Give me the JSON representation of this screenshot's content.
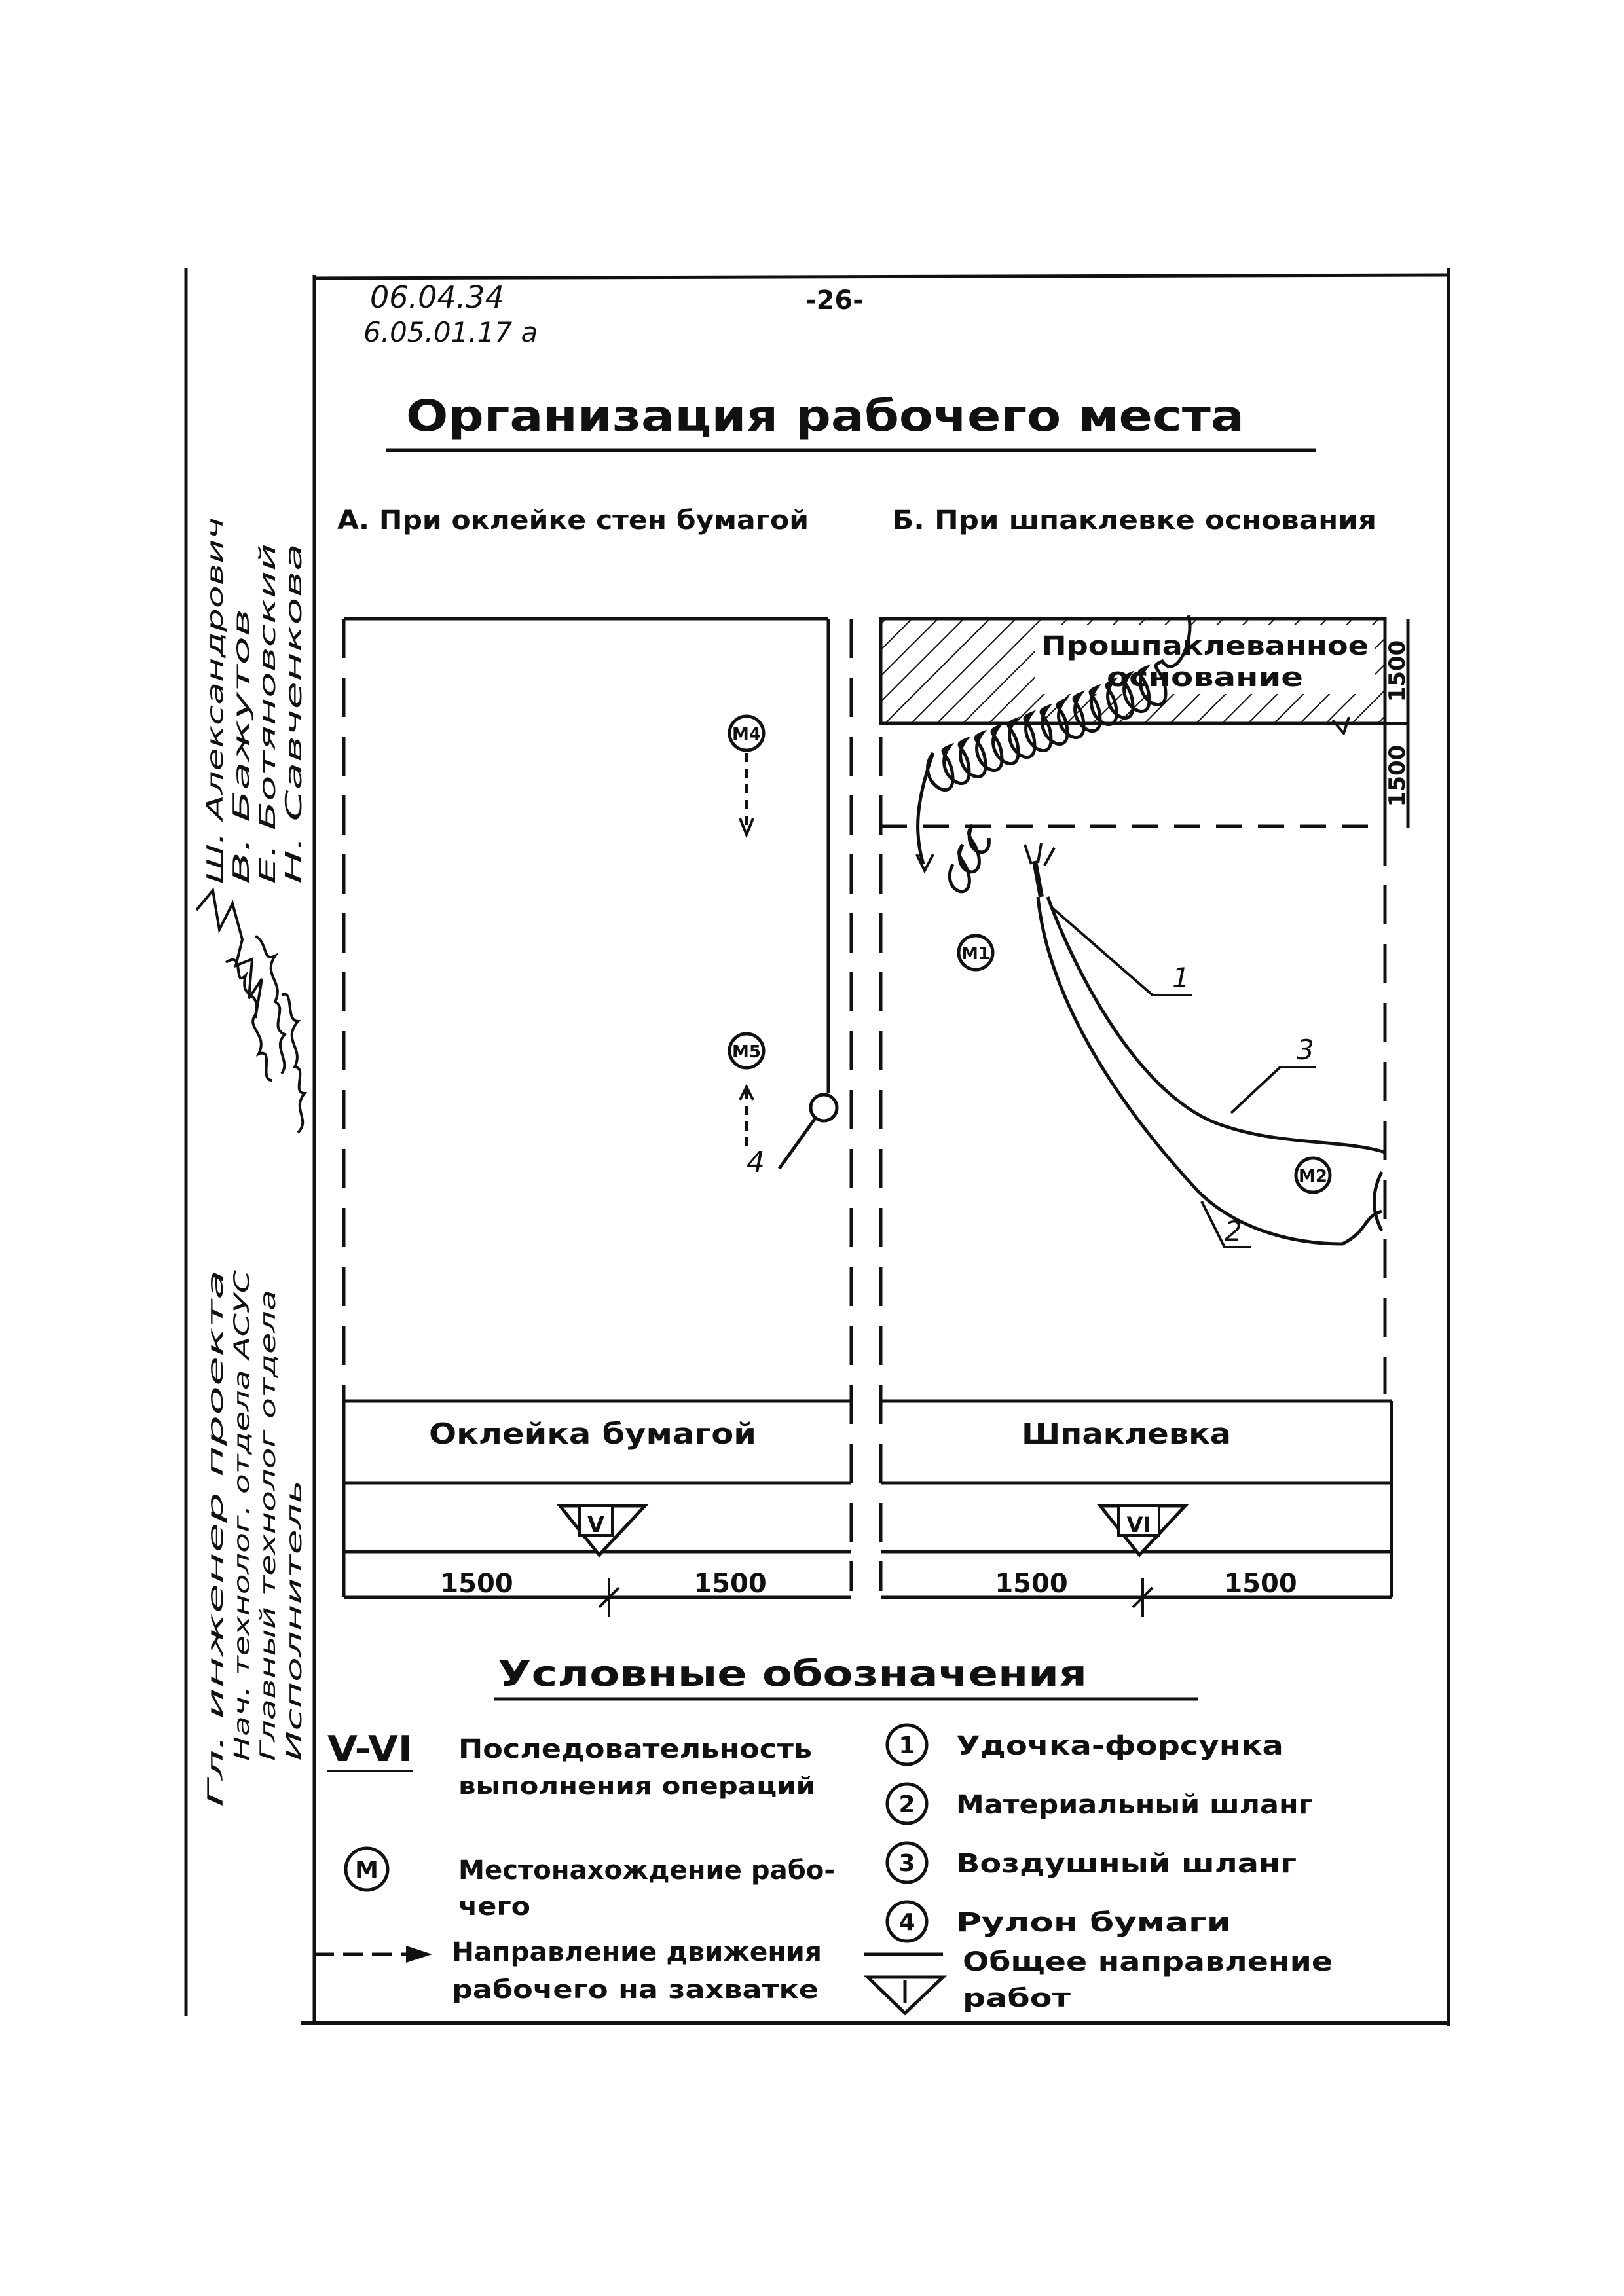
{
  "header": {
    "code_line1": "06.04.34",
    "code_line2": "6.05.01.17 a",
    "page_number": "-26-",
    "title": "Организация рабочего места"
  },
  "panels": {
    "a": {
      "caption": "А. При оклейке стен бумагой",
      "strip_label": "Оклейка бумагой",
      "operation": "V",
      "dim_left": "1500",
      "dim_right": "1500",
      "worker_1": "М4",
      "worker_2": "М5",
      "callout_4": "4"
    },
    "b": {
      "caption": "Б. При шпаклевке основания",
      "zone_label_1": "Прошпаклеванное",
      "zone_label_2": "основание",
      "side_dim_1": "1500",
      "side_dim_2": "1500",
      "strip_label": "Шпаклевка",
      "operation": "VI",
      "dim_left": "1500",
      "dim_right": "1500",
      "worker_1": "М1",
      "worker_2": "М2",
      "callout_1": "1",
      "callout_2": "2",
      "callout_3": "3"
    }
  },
  "legend": {
    "title": "Условные обозначения",
    "seq_symbol": "V-VI",
    "seq_text_1": "Последовательность",
    "seq_text_2": "выполнения операций",
    "worker_symbol": "М",
    "worker_text_1": "Местонахождение рабо-",
    "worker_text_2": "чего",
    "dir_text_1": "Направление движения",
    "dir_text_2": "рабочего на захватке",
    "item_1_num": "1",
    "item_1_text": "Удочка-форсунка",
    "item_2_num": "2",
    "item_2_text": "Материальный шланг",
    "item_3_num": "3",
    "item_3_text": "Воздушный шланг",
    "item_4_num": "4",
    "item_4_text": "Рулон бумаги",
    "general_text_1": "Общее направление",
    "general_text_2": "работ"
  },
  "side_block": {
    "role_1": "Гл. инженер проекта",
    "role_2": "Нач. технолог. отдела АСУС",
    "role_3": "Главный технолог отдела",
    "role_4": "Исполнитель",
    "name_1": "Ш. Александрович",
    "name_2": "В. Бажутов",
    "name_3": "Е. Ботяновский",
    "name_4": "Н. Савченкова"
  }
}
